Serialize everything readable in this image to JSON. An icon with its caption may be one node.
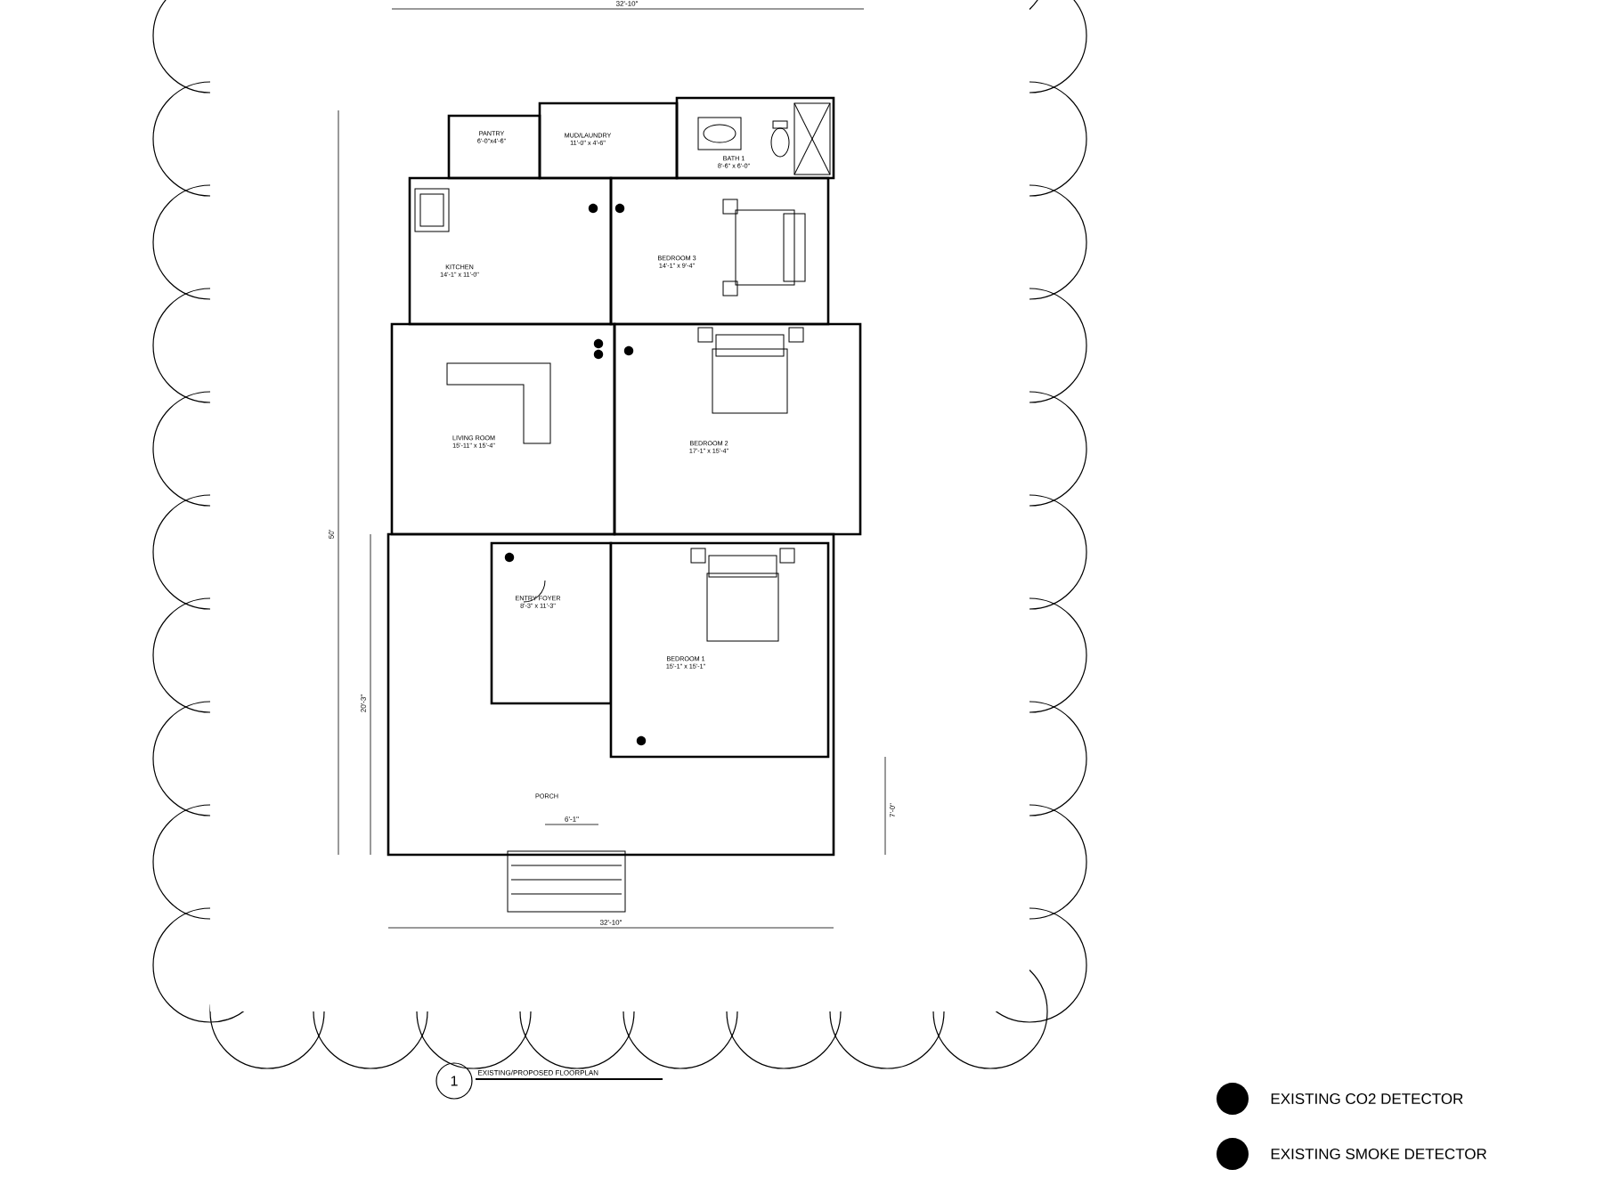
{
  "diagram": {
    "nodes": [
      {
        "text": [
          "PANTRY",
          "6'-0\"x4'-6\""
        ]
      },
      {
        "text": [
          "MUD/LAUNDRY",
          "11'-0\" x 4'-6\""
        ]
      },
      {
        "text": [
          "BATH 1",
          "8'-6\" x 6'-0\""
        ]
      },
      {
        "text": [
          "KITCHEN",
          "14'-1\" x 11'-0\""
        ]
      },
      {
        "text": [
          "BEDROOM 3",
          "14'-1\" x 9'-4\""
        ]
      },
      {
        "text": [
          "LIVING ROOM",
          "15'-11\" x 15'-4\""
        ]
      },
      {
        "text": [
          "BEDROOM 2",
          "17'-1\" x 15'-4\""
        ]
      },
      {
        "text": [
          "PORCH"
        ]
      },
      {
        "text": [
          "ENTRY FOYER",
          "8'-3\" x 11'-3\""
        ],
        "in": 7
      },
      {
        "text": [
          "BEDROOM 1",
          "15'-1\" x 15'-1\""
        ],
        "in": 7
      },
      {
        "text": [
          "1"
        ],
        "beside": [
          "EXISTING/PROPOSED FLOORPLAN"
        ]
      }
    ],
    "labels": [
      "32'-10\"",
      "50'",
      "20'-3\"",
      "7'-0\"",
      "6'-1\"",
      "32'-10\""
    ],
    "legend": [
      {
        "text": "EXISTING CO2 DETECTOR",
        "color": "#000000"
      },
      {
        "text": "EXISTING SMOKE DETECTOR",
        "color": "#000000"
      }
    ]
  }
}
